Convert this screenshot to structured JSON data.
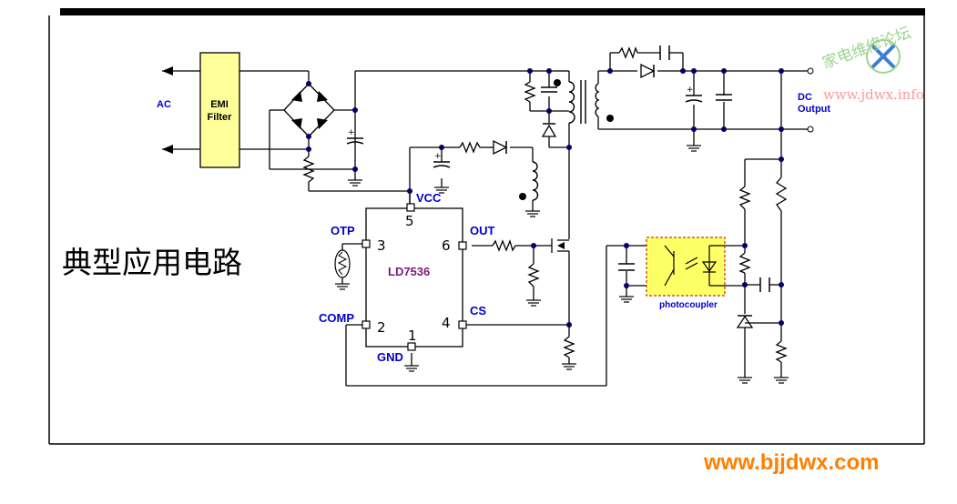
{
  "title": "典型应用电路",
  "ic": {
    "name": "LD7536",
    "pins": {
      "vcc": "VCC",
      "vcc_num": "5",
      "otp": "OTP",
      "otp_num": "3",
      "out": "OUT",
      "out_num": "6",
      "comp": "COMP",
      "comp_num": "2",
      "gnd": "GND",
      "gnd_num": "1",
      "cs": "CS",
      "cs_num": "4"
    }
  },
  "labels": {
    "ac": "AC",
    "emi_line1": "EMI",
    "emi_line2": "Filter",
    "dc_line1": "DC",
    "dc_line2": "Output",
    "photocoupler": "photocoupler"
  },
  "watermarks": {
    "top_right_cn": "家电维修论坛",
    "top_right_url": "www.jdwx.info",
    "bottom_url": "www.bjjdwx.com"
  },
  "colors": {
    "wire": "#000000",
    "pin_label": "#0000cc",
    "ic_name": "#7a1a7a",
    "emi_fill": "#ffff99",
    "photocoupler_fill": "#ffff66",
    "photocoupler_border": "#cc3300",
    "watermark_orange": "#ff7f00",
    "watermark_green": "#9fd48f",
    "watermark_pink": "#ff9999",
    "node": "#000066"
  }
}
